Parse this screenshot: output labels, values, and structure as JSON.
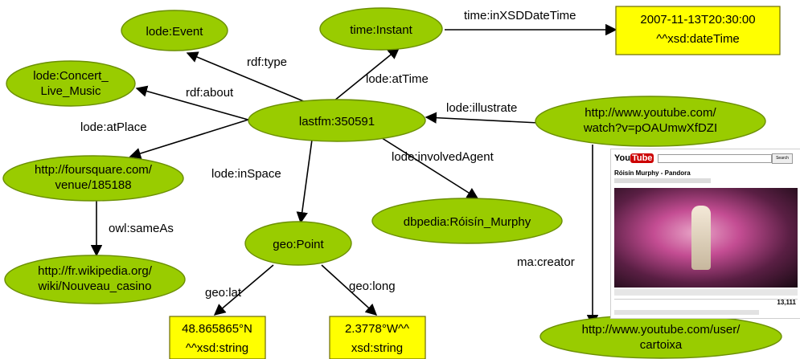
{
  "nodes": {
    "lode_event": "lode:Event",
    "time_instant": "time:Instant",
    "datetime_line1": "2007-11-13T20:30:00",
    "datetime_line2": "^^xsd:dateTime",
    "concert_line1": "lode:Concert_",
    "concert_line2": "Live_Music",
    "lastfm": "lastfm:350591",
    "youtube_watch_line1": "http://www.youtube.com/",
    "youtube_watch_line2": "watch?v=pOAUmwXfDZI",
    "foursquare_line1": "http://foursquare.com/",
    "foursquare_line2": "venue/185188",
    "dbpedia": "dbpedia:Róisín_Murphy",
    "geo_point": "geo:Point",
    "wikipedia_line1": "http://fr.wikipedia.org/",
    "wikipedia_line2": "wiki/Nouveau_casino",
    "lat_line1": "48.865865°N",
    "lat_line2": "^^xsd:string",
    "long_line1": "2.3778°W^^",
    "long_line2": "xsd:string",
    "youtube_user_line1": "http://www.youtube.com/user/",
    "youtube_user_line2": "cartoixa"
  },
  "edges": {
    "rdf_type": "rdf:type",
    "at_time": "lode:atTime",
    "in_xsd_datetime": "time:inXSDDateTime",
    "rdf_about": "rdf:about",
    "illustrate": "lode:illustrate",
    "at_place": "lode:atPlace",
    "involved_agent": "lode:involvedAgent",
    "in_space": "lode:inSpace",
    "same_as": "owl:sameAs",
    "geo_lat": "geo:lat",
    "geo_long": "geo:long",
    "creator": "ma:creator"
  },
  "youtube_screenshot": {
    "logo_you": "You",
    "logo_tube": "Tube",
    "search_button": "Search",
    "video_title": "Róisín Murphy - Pandora",
    "view_count": "13,111"
  },
  "colors": {
    "resource_fill": "#99cc00",
    "literal_fill": "#ffff00",
    "edge": "#000000"
  }
}
